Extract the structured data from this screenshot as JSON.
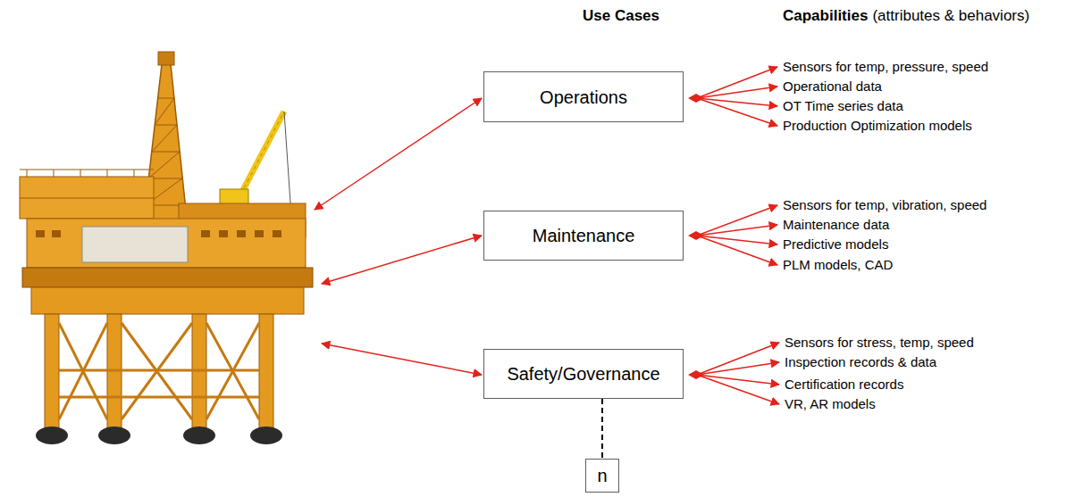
{
  "diagram": {
    "nodes": [
      {
        "text": [
          "Operations"
        ]
      },
      {
        "text": [
          "Maintenance"
        ]
      },
      {
        "text": [
          "Safety/Governance"
        ]
      },
      {
        "text": [
          "n"
        ]
      }
    ],
    "edges": [
      {
        "from": 2,
        "to": 3,
        "arrow": "none"
      }
    ],
    "labels": [
      "Use Cases",
      "Capabilities",
      "(attributes & behaviors)",
      "Sensors for temp, pressure, speed",
      "Operational data",
      "OT Time series data",
      "Production Optimization models",
      "Sensors for temp, vibration, speed",
      "Maintenance data",
      "Predictive models",
      "PLM models, CAD",
      "Sensors for stress, temp, speed",
      "Inspection records & data",
      "Certification records",
      "VR, AR models"
    ]
  }
}
